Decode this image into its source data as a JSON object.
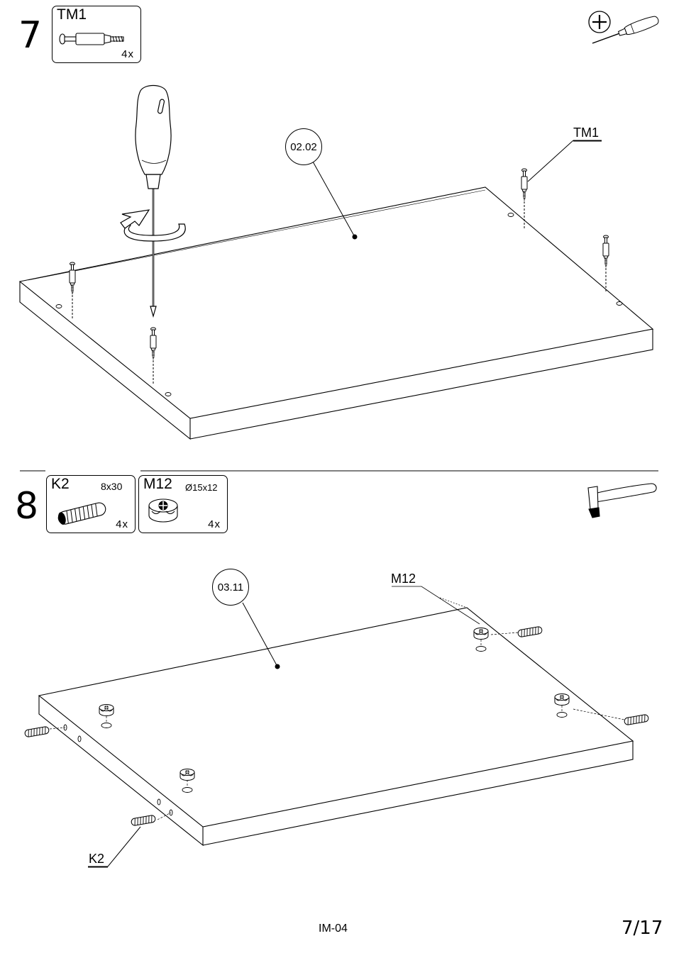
{
  "steps": [
    {
      "number": "7",
      "parts": [
        {
          "code": "TM1",
          "size": "",
          "quantity": "4x"
        }
      ],
      "tool": "screwdriver-icon",
      "panel": "02.02",
      "labels": {
        "fastener": "TM1"
      }
    },
    {
      "number": "8",
      "parts": [
        {
          "code": "K2",
          "size": "8x30",
          "quantity": "4x"
        },
        {
          "code": "M12",
          "size": "Ø15x12",
          "quantity": "4x"
        }
      ],
      "tool": "hammer-icon",
      "panel": "03.11",
      "labels": {
        "fastener": "M12",
        "dowel": "K2"
      }
    }
  ],
  "footer": {
    "document_code": "IM-04",
    "page": "7/17"
  }
}
